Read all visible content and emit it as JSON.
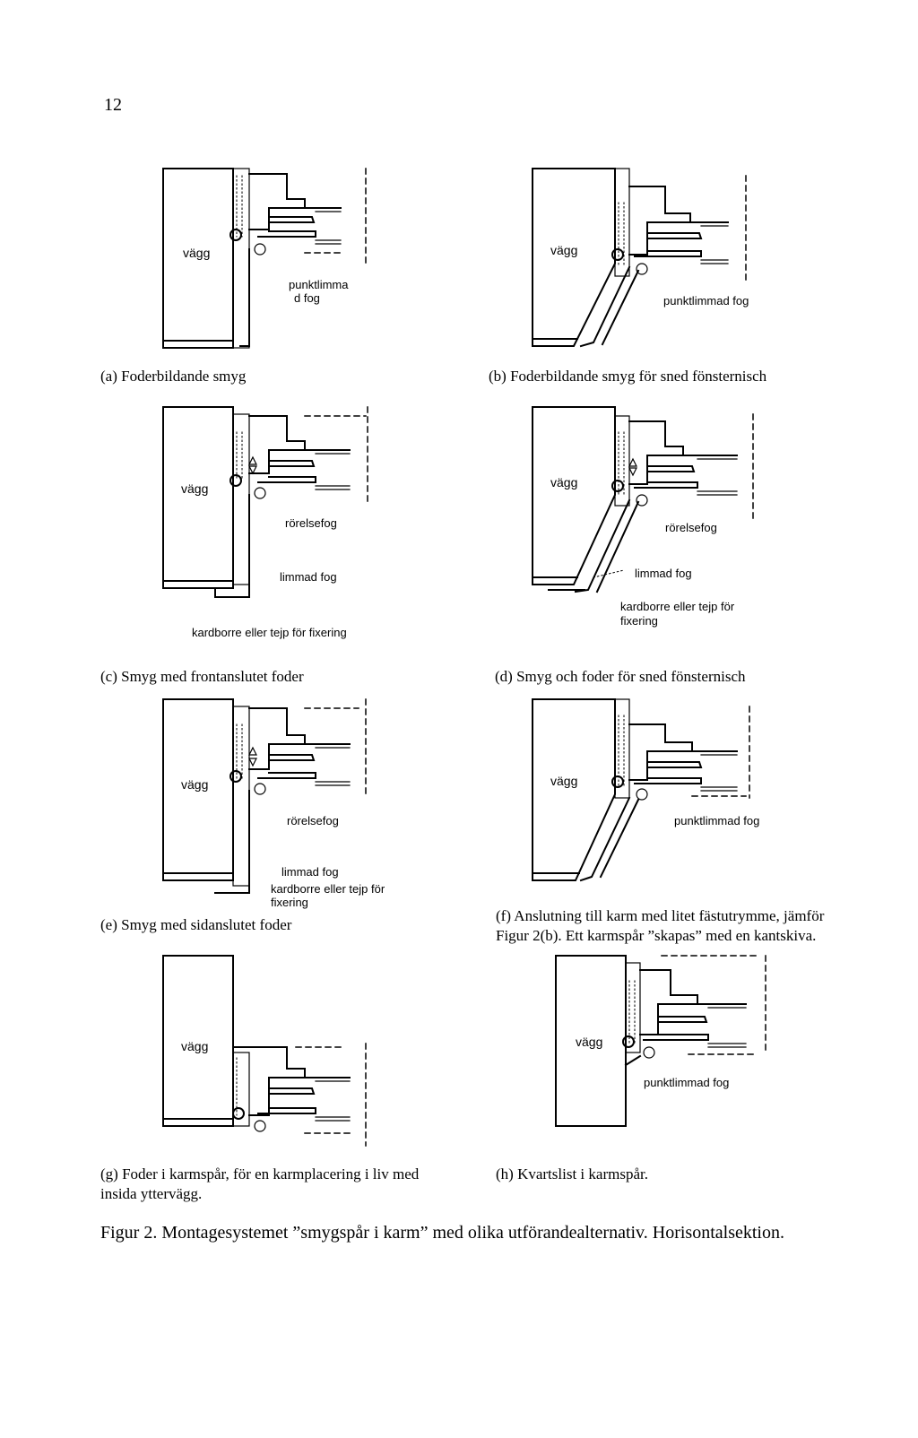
{
  "page_number": "12",
  "wall_label": "vägg",
  "panels": {
    "a": {
      "caption": "(a) Foderbildande smyg",
      "notes": [
        "punktlimma",
        "d fog"
      ]
    },
    "b": {
      "caption": "(b) Foderbildande smyg för sned fönsternisch",
      "notes": [
        "punktlimmad fog"
      ]
    },
    "c": {
      "caption": "(c) Smyg med frontanslutet foder",
      "notes": [
        "rörelsefog",
        "limmad fog",
        "kardborre eller tejp för fixering"
      ]
    },
    "d": {
      "caption": "(d) Smyg och foder för sned fönsternisch",
      "notes": [
        "rörelsefog",
        "limmad fog",
        "kardborre eller tejp för",
        "fixering"
      ]
    },
    "e": {
      "caption": "(e) Smyg med sidanslutet foder",
      "notes": [
        "rörelsefog",
        "limmad fog",
        "kardborre eller tejp för",
        "fixering"
      ]
    },
    "f": {
      "caption_lines": [
        "(f) Anslutning till karm med litet fästutrymme, jämför",
        "Figur 2(b). Ett karmspår ”skapas” med en kantskiva."
      ],
      "notes": [
        "punktlimmad fog"
      ]
    },
    "g": {
      "caption_lines": [
        "(g) Foder i karmspår, för en karmplacering i liv med",
        "insida yttervägg."
      ],
      "notes": []
    },
    "h": {
      "caption": "(h) Kvartslist i karmspår.",
      "notes": [
        "punktlimmad fog"
      ]
    }
  },
  "figure_title": "Figur 2. Montagesystemet ”smygspår i karm” med olika utförandealternativ. Horisontalsektion."
}
